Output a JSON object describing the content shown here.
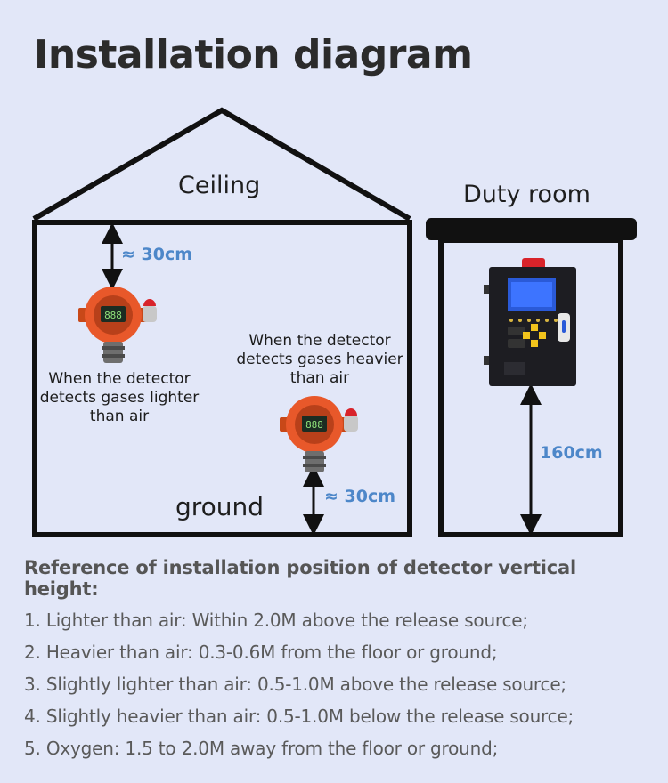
{
  "title": "Installation diagram",
  "labels": {
    "ceiling": "Ceiling",
    "duty_room": "Duty room",
    "ground": "ground",
    "top_distance": "≈ 30cm",
    "bottom_distance": "≈ 30cm",
    "panel_height": "160cm"
  },
  "notes": {
    "lighter": "When the detector detects gases lighter than air",
    "heavier": "When the detector detects gases heavier than air"
  },
  "reference": {
    "title": "Reference of installation position of detector vertical height:",
    "items": [
      "1. Lighter than air: Within 2.0M above the release source;",
      "2. Heavier than air: 0.3-0.6M from the floor or ground;",
      "3. Slightly lighter than air: 0.5-1.0M above the release source;",
      "4. Slightly heavier than air: 0.5-1.0M below the release source;",
      "5. Oxygen: 1.5 to 2.0M away from the floor or ground;"
    ]
  },
  "colors": {
    "background": "#e2e7f8",
    "measure_text": "#4d87c9",
    "detector_body": "#e8582a",
    "outline": "#111111"
  }
}
